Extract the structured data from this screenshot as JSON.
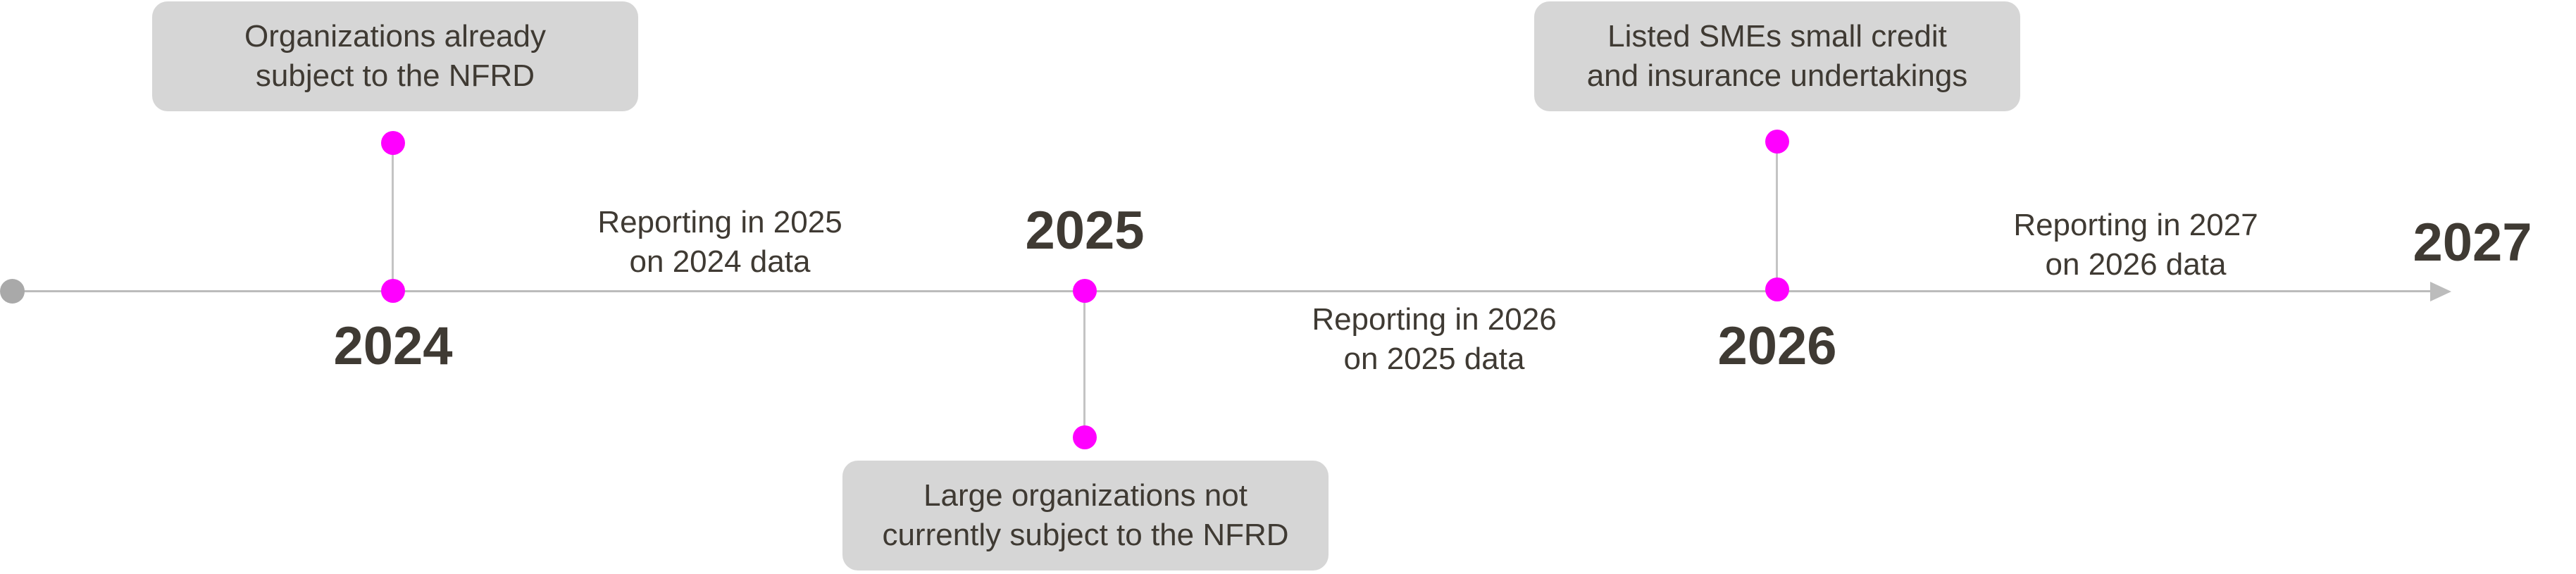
{
  "timeline": {
    "years": [
      "2024",
      "2025",
      "2026",
      "2027"
    ],
    "groups": [
      {
        "text": "Organizations already\nsubject to the NFRD"
      },
      {
        "text": "Large organizations not\ncurrently subject to the NFRD"
      },
      {
        "text": "Listed SMEs small credit\nand insurance undertakings"
      }
    ],
    "reporting": [
      {
        "text": "Reporting in 2025\non 2024 data"
      },
      {
        "text": "Reporting in 2026\non 2025 data"
      },
      {
        "text": "Reporting in 2027\non 2026 data"
      }
    ],
    "colors": {
      "accent": "#ff00ff",
      "axis": "#bcbcbc",
      "box": "#d6d6d6",
      "text": "#3f3a33"
    }
  }
}
